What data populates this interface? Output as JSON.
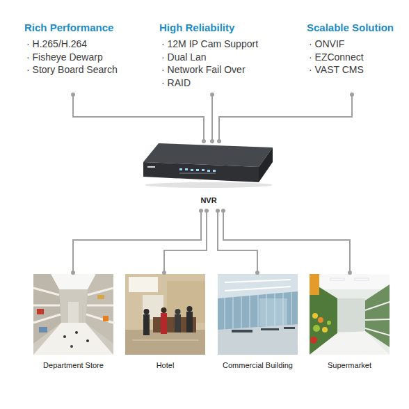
{
  "diagram": {
    "nodes": [
      {
        "text": [
          "Rich Performance",
          "· H.265/H.264",
          "· Fisheye Dewarp",
          "· Story Board Search"
        ]
      },
      {
        "text": [
          "High Reliability",
          "· 12M IP Cam Support",
          "· Dual Lan",
          "· Network Fail Over",
          "· RAID"
        ]
      },
      {
        "text": [
          "Scalable Solution",
          "· ONVIF",
          "· EZConnect",
          "· VAST CMS"
        ]
      },
      {
        "text": [
          "NVR"
        ]
      },
      {
        "text": [
          "Department Store"
        ]
      },
      {
        "text": [
          "Hotel"
        ]
      },
      {
        "text": [
          "Commercial Building"
        ]
      },
      {
        "text": [
          "Supermarket"
        ]
      }
    ],
    "edges": [
      {
        "from": 0,
        "to": 3,
        "arrow": "none"
      },
      {
        "from": 1,
        "to": 3,
        "arrow": "none"
      },
      {
        "from": 2,
        "to": 3,
        "arrow": "none"
      },
      {
        "from": 3,
        "to": 4,
        "arrow": "none"
      },
      {
        "from": 3,
        "to": 5,
        "arrow": "none"
      },
      {
        "from": 3,
        "to": 6,
        "arrow": "none"
      },
      {
        "from": 3,
        "to": 7,
        "arrow": "none"
      }
    ]
  }
}
